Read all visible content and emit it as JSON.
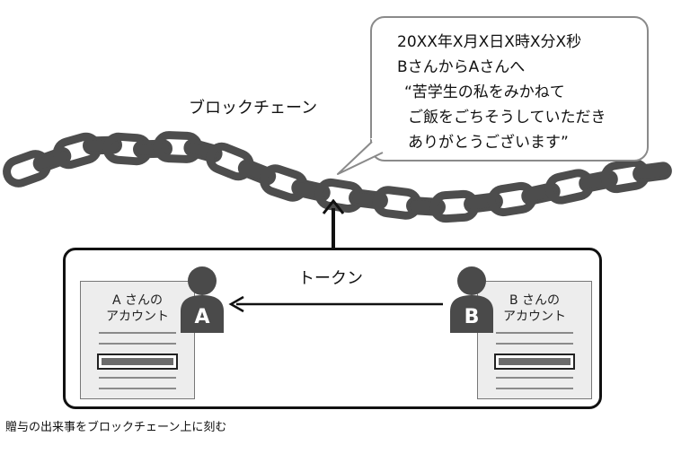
{
  "bubble": {
    "line1": "20XX年X月X日X時X分X秒",
    "line2": "BさんからAさんへ",
    "line3": "“苦学生の私をみかねて",
    "line4": "ご飯をごちそうしていただき",
    "line5": "ありがとうございます”"
  },
  "chain_label": "ブロックチェーン",
  "token_label": "トークン",
  "account_a": {
    "title_line1": "A さんの",
    "title_line2": "アカウント",
    "letter": "A"
  },
  "account_b": {
    "title_line1": "B さんの",
    "title_line2": "アカウント",
    "letter": "B"
  },
  "caption": "贈与の出来事をブロックチェーン上に刻む",
  "colors": {
    "chain": "#4d4d4d",
    "panel_border": "#111111",
    "bubble_border": "#8a8a8a",
    "account_bg": "#ededed",
    "person": "#4a4a4a"
  }
}
